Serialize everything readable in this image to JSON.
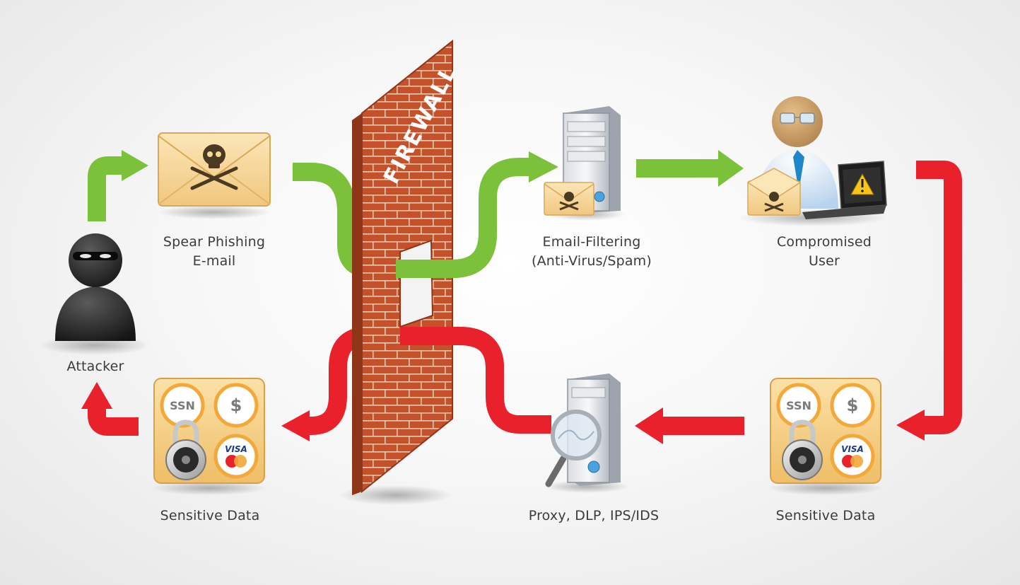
{
  "nodes": {
    "attacker": {
      "line1": "Attacker"
    },
    "spear_phishing": {
      "line1": "Spear Phishing",
      "line2": "E-mail"
    },
    "email_filtering": {
      "line1": "Email-Filtering",
      "line2": "(Anti-Virus/Spam)"
    },
    "compromised_user": {
      "line1": "Compromised",
      "line2": "User"
    },
    "sensitive_data_left": {
      "line1": "Sensitive Data"
    },
    "sensitive_data_right": {
      "line1": "Sensitive Data"
    },
    "proxy": {
      "line1": "Proxy, DLP, IPS/IDS"
    }
  },
  "firewall": {
    "label": "FIREWALL"
  },
  "data_badges": {
    "ssn": "SSN",
    "dollar": "$",
    "visa": "VISA"
  },
  "colors": {
    "inbound_arrow": "#7cc13a",
    "outbound_arrow": "#e8212b",
    "brick": "#c4512a",
    "envelope": "#f7d79a",
    "badge_ring": "#f2a93a",
    "tile": "#f4c97a"
  }
}
